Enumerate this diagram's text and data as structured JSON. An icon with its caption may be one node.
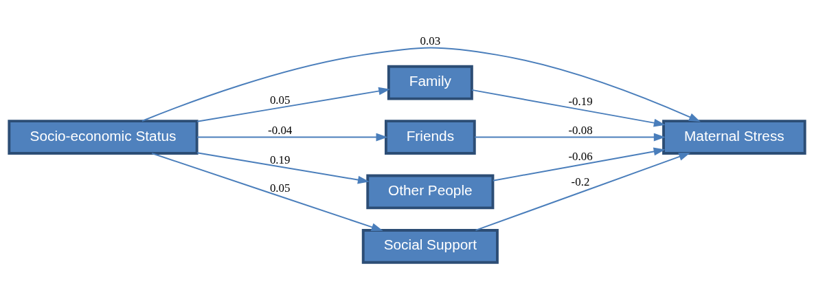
{
  "diagram": {
    "nodes": [
      {
        "text": [
          "Socio-economic Status"
        ]
      },
      {
        "text": [
          "Maternal Stress"
        ]
      },
      {
        "text": [
          "Family"
        ]
      },
      {
        "text": [
          "Friends"
        ]
      },
      {
        "text": [
          "Other People"
        ]
      },
      {
        "text": [
          "Social Support"
        ]
      }
    ],
    "edges": [
      {
        "from": 0,
        "to": 1,
        "arrow": "to",
        "label": "0.03"
      },
      {
        "from": 0,
        "to": 2,
        "arrow": "to",
        "label": "0.05"
      },
      {
        "from": 0,
        "to": 3,
        "arrow": "to",
        "label": "-0.04"
      },
      {
        "from": 0,
        "to": 4,
        "arrow": "to",
        "label": "0.19"
      },
      {
        "from": 0,
        "to": 5,
        "arrow": "to",
        "label": "0.05"
      },
      {
        "from": 2,
        "to": 1,
        "arrow": "to",
        "label": "-0.19"
      },
      {
        "from": 3,
        "to": 1,
        "arrow": "to",
        "label": "-0.08"
      },
      {
        "from": 4,
        "to": 1,
        "arrow": "to",
        "label": "-0.06"
      },
      {
        "from": 5,
        "to": 1,
        "arrow": "to",
        "label": "-0.2"
      }
    ]
  }
}
